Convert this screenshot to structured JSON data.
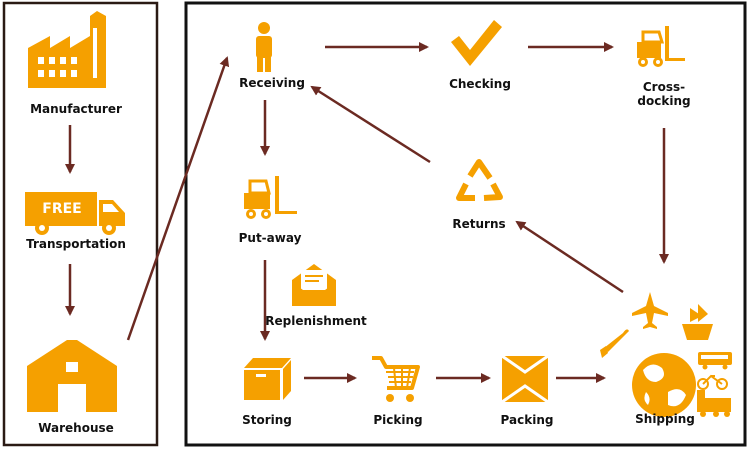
{
  "colors": {
    "icon": "#f5a000",
    "arrow": "#6b2a22",
    "frame": "#2a1a14",
    "text": "#111111"
  },
  "left_panel": {
    "manufacturer": {
      "label": "Manufacturer",
      "icon": "factory-icon"
    },
    "transportation": {
      "label": "Transportation",
      "icon": "truck-icon",
      "badge": "FREE"
    },
    "warehouse": {
      "label": "Warehouse",
      "icon": "warehouse-icon"
    }
  },
  "flow": {
    "receiving": {
      "label": "Receiving",
      "icon": "person-icon"
    },
    "checking": {
      "label": "Checking",
      "icon": "checkmark-icon"
    },
    "cross_docking": {
      "label": "Cross-\ndocking",
      "icon": "forklift-icon"
    },
    "returns": {
      "label": "Returns",
      "icon": "recycle-icon"
    },
    "put_away": {
      "label": "Put-away",
      "icon": "forklift-icon"
    },
    "replenishment": {
      "label": "Replenishment",
      "icon": "envelope-icon"
    },
    "storing": {
      "label": "Storing",
      "icon": "box-icon"
    },
    "picking": {
      "label": "Picking",
      "icon": "cart-icon"
    },
    "packing": {
      "label": "Packing",
      "icon": "package-icon"
    },
    "shipping": {
      "label": "Shipping",
      "icon": "globe-transport-icon"
    }
  }
}
